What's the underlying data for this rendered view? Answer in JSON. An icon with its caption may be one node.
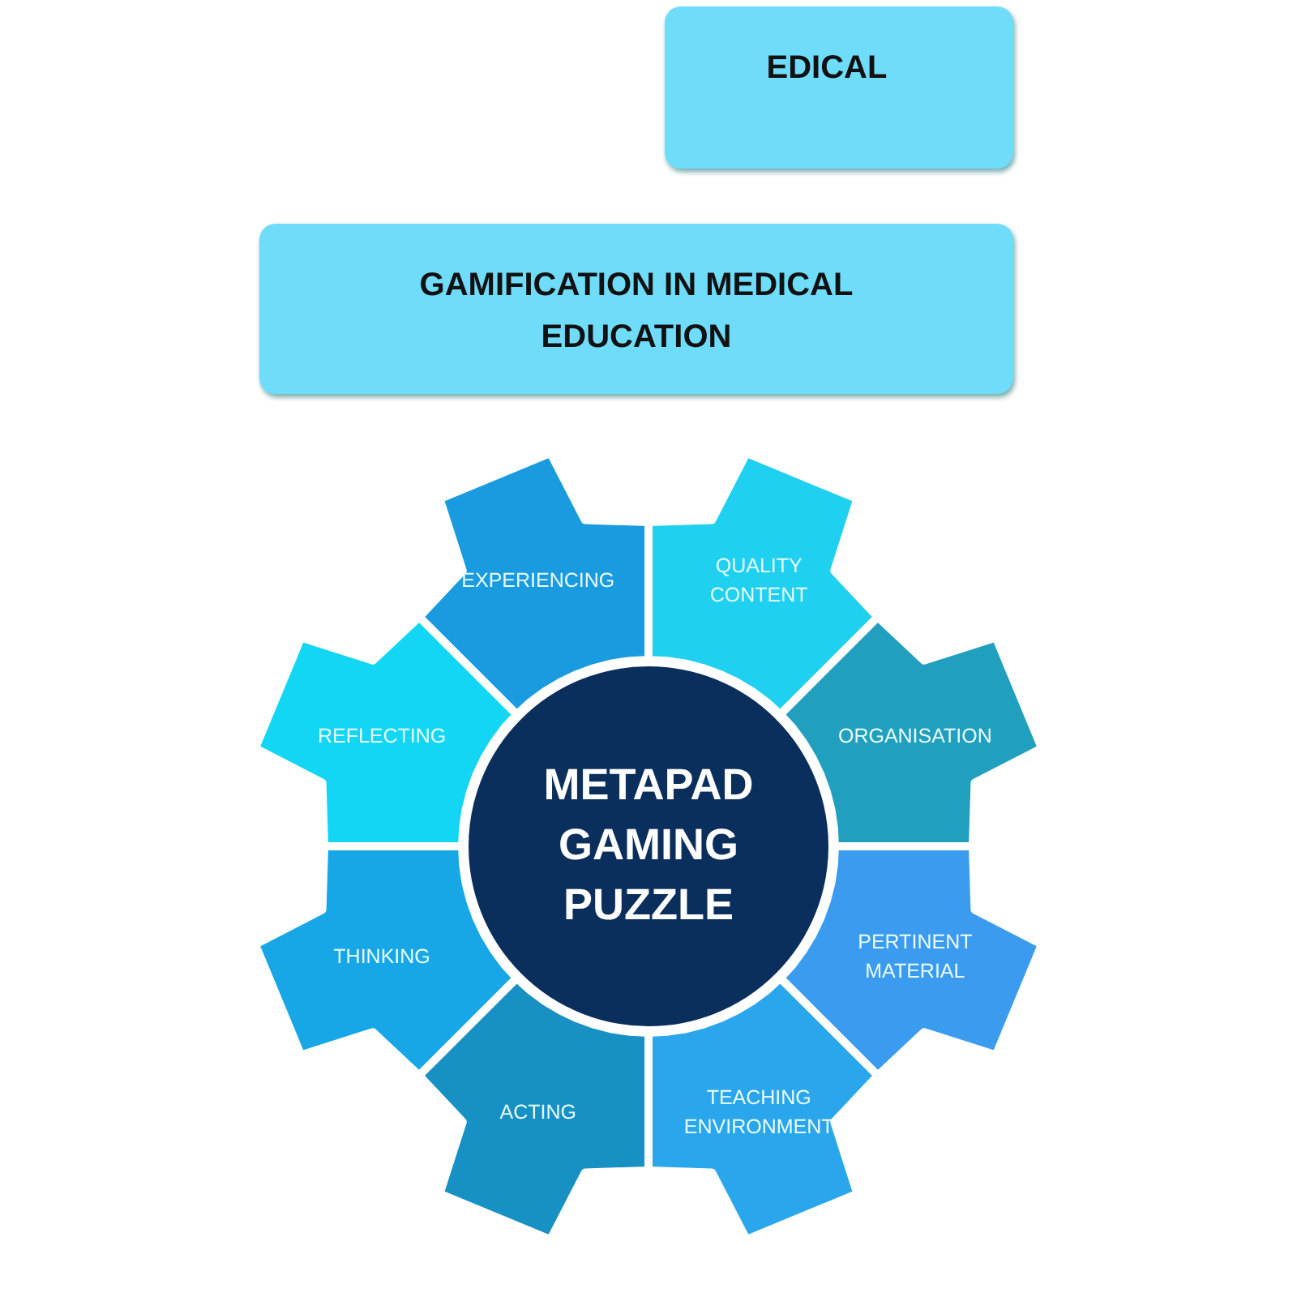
{
  "diagram": {
    "nodes": [
      {
        "text": [
          "EDICAL"
        ]
      },
      {
        "text": [
          "GAMIFICATION IN MEDICAL EDUCATION"
        ]
      },
      {
        "text": [
          "METAPAD GAMING PUZZLE"
        ]
      },
      {
        "text": [
          "EXPERIENCING"
        ]
      },
      {
        "text": [
          "QUALITY CONTENT"
        ]
      },
      {
        "text": [
          "REFLECTING"
        ]
      },
      {
        "text": [
          "ORGANISATION"
        ]
      },
      {
        "text": [
          "THINKING"
        ]
      },
      {
        "text": [
          "PERTINENT MATERIAL"
        ]
      },
      {
        "text": [
          "ACTING"
        ]
      },
      {
        "text": [
          "TEACHING ENVIRONMENT"
        ]
      }
    ]
  }
}
